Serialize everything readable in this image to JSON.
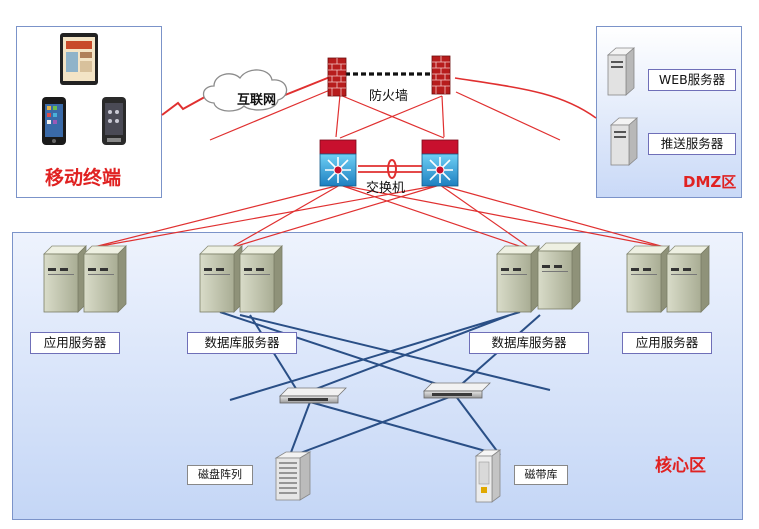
{
  "zones": {
    "mobile": "移动终端",
    "dmz": "DMZ区",
    "core": "核心区"
  },
  "labels": {
    "internet": "互联网",
    "firewall": "防火墙",
    "switch": "交换机",
    "web_server": "WEB服务器",
    "push_server": "推送服务器",
    "app_server_left": "应用服务器",
    "db_server_left": "数据库服务器",
    "db_server_right": "数据库服务器",
    "app_server_right": "应用服务器",
    "disk_array": "磁盘阵列",
    "tape_library": "磁带库"
  },
  "colors": {
    "zone_title": "#e02222",
    "wan_link": "#e03030",
    "lan_link": "#2a4f86",
    "firewall": "#b71c1c",
    "switch_top": "#c8102e",
    "switch_body": "#2a9fd6"
  },
  "icons": [
    "tablet-icon",
    "phone-icon",
    "cloud-icon",
    "firewall-icon",
    "core-switch-icon",
    "server-icon",
    "switch-icon",
    "disk-array-icon",
    "tape-library-icon"
  ]
}
